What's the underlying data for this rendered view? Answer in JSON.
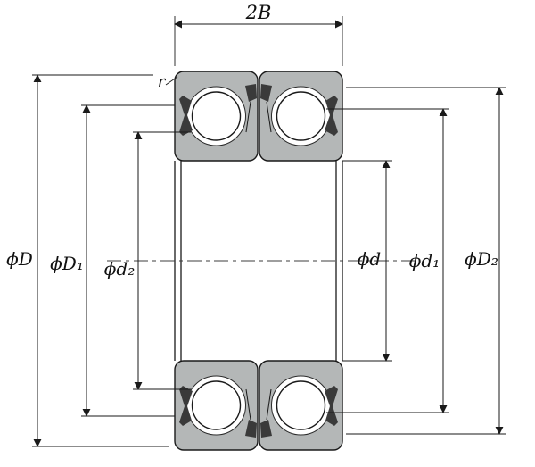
{
  "diagram": {
    "kind": "duplex-bearing-cross-section",
    "colors": {
      "background": "#ffffff",
      "ring_fill": "#b4b7b7",
      "line": "#1a1a1a",
      "seal": "#3a3a3a"
    },
    "labels": {
      "width": "2B",
      "corner_radius": "r",
      "outer_diameter": "ϕD",
      "outer_diameter_1": "ϕD₁",
      "inner_diameter_2": "ϕd₂",
      "bore_diameter": "ϕd",
      "bore_diameter_1": "ϕd₁",
      "outer_diameter_2": "ϕD₂"
    }
  }
}
